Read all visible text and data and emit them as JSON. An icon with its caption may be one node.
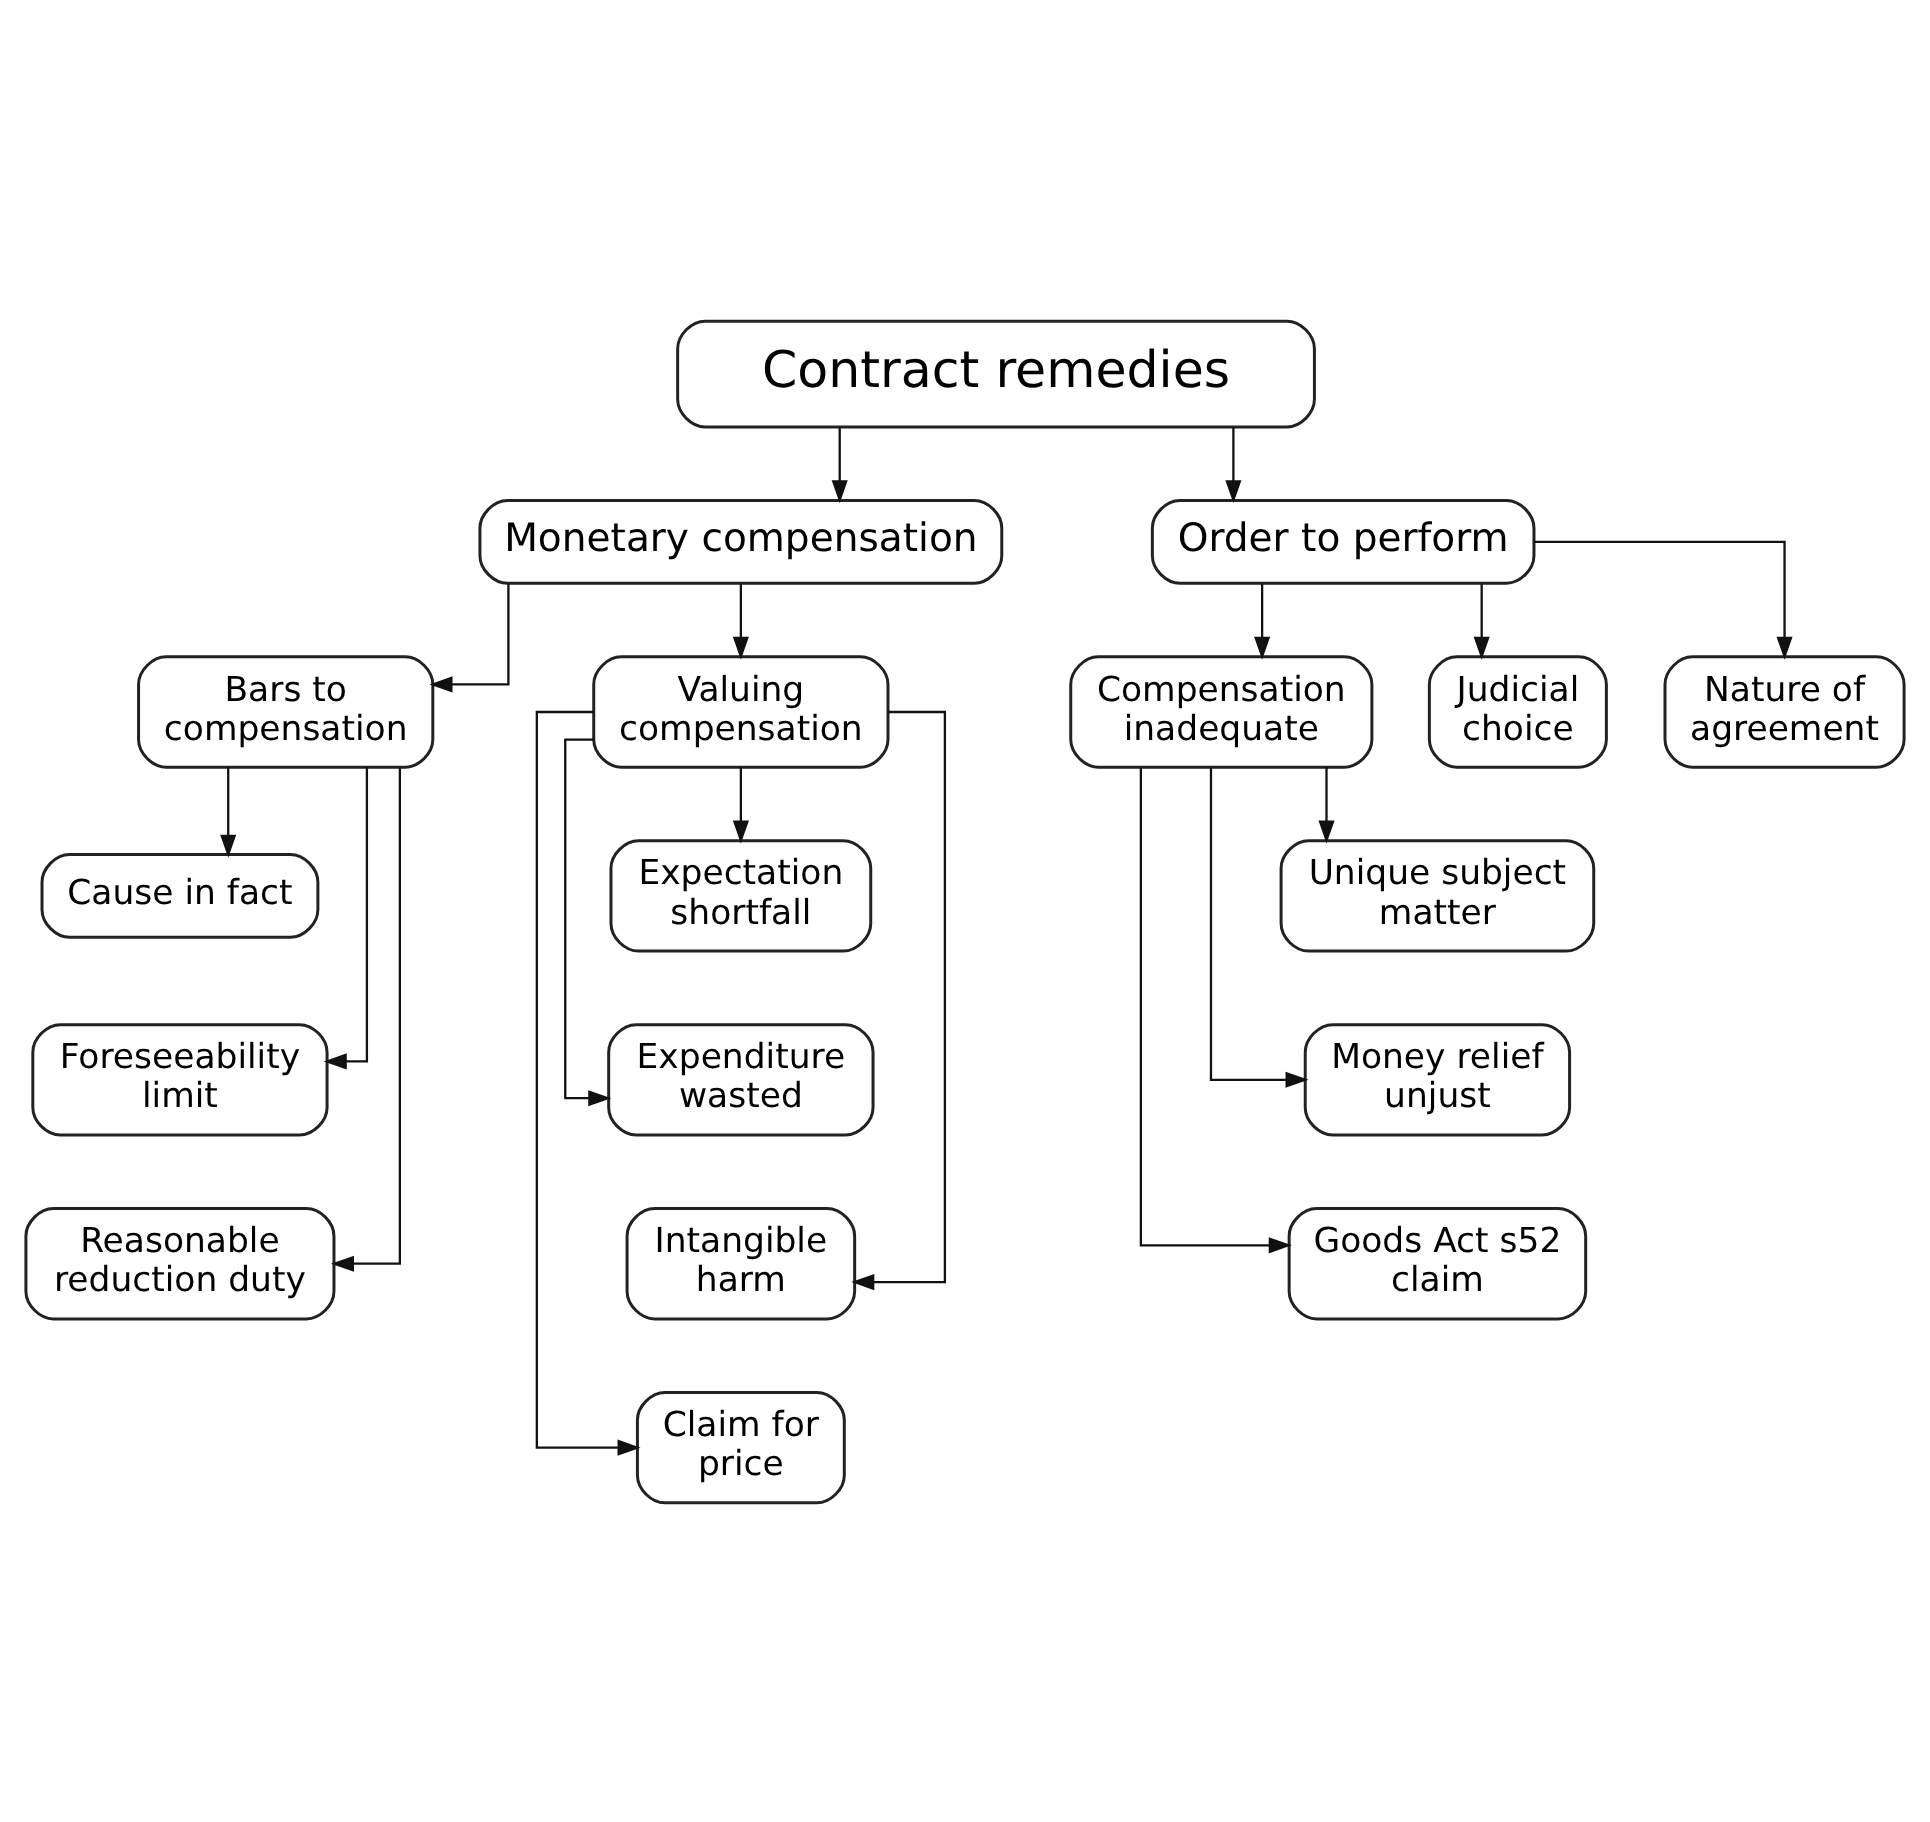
{
  "diagram": {
    "nodes": [
      {
        "text": [
          "Contract remedies"
        ]
      },
      {
        "text": [
          "Monetary compensation"
        ]
      },
      {
        "text": [
          "Order to perform"
        ]
      },
      {
        "text": [
          "Bars to compensation"
        ]
      },
      {
        "text": [
          "Valuing compensation"
        ]
      },
      {
        "text": [
          "Cause in fact"
        ]
      },
      {
        "text": [
          "Foreseeability limit"
        ]
      },
      {
        "text": [
          "Reasonable reduction duty"
        ]
      },
      {
        "text": [
          "Expectation shortfall"
        ]
      },
      {
        "text": [
          "Expenditure wasted"
        ]
      },
      {
        "text": [
          "Intangible harm"
        ]
      },
      {
        "text": [
          "Claim for price"
        ]
      },
      {
        "text": [
          "Compensation inadequate"
        ]
      },
      {
        "text": [
          "Judicial choice"
        ]
      },
      {
        "text": [
          "Nature of agreement"
        ]
      },
      {
        "text": [
          "Unique subject matter"
        ]
      },
      {
        "text": [
          "Money relief unjust"
        ]
      },
      {
        "text": [
          "Goods Act s52 claim"
        ]
      }
    ],
    "edges": [
      {
        "from": 0,
        "to": 1,
        "arrow": "to"
      },
      {
        "from": 0,
        "to": 2,
        "arrow": "to"
      },
      {
        "from": 1,
        "to": 3,
        "arrow": "to"
      },
      {
        "from": 1,
        "to": 4,
        "arrow": "to"
      },
      {
        "from": 3,
        "to": 5,
        "arrow": "to"
      },
      {
        "from": 3,
        "to": 6,
        "arrow": "to"
      },
      {
        "from": 3,
        "to": 7,
        "arrow": "to"
      },
      {
        "from": 4,
        "to": 8,
        "arrow": "to"
      },
      {
        "from": 4,
        "to": 9,
        "arrow": "to"
      },
      {
        "from": 4,
        "to": 10,
        "arrow": "to"
      },
      {
        "from": 4,
        "to": 11,
        "arrow": "to"
      },
      {
        "from": 2,
        "to": 12,
        "arrow": "to"
      },
      {
        "from": 2,
        "to": 13,
        "arrow": "to"
      },
      {
        "from": 2,
        "to": 14,
        "arrow": "to"
      },
      {
        "from": 12,
        "to": 15,
        "arrow": "to"
      },
      {
        "from": 12,
        "to": 16,
        "arrow": "to"
      },
      {
        "from": 12,
        "to": 17,
        "arrow": "to"
      }
    ]
  }
}
